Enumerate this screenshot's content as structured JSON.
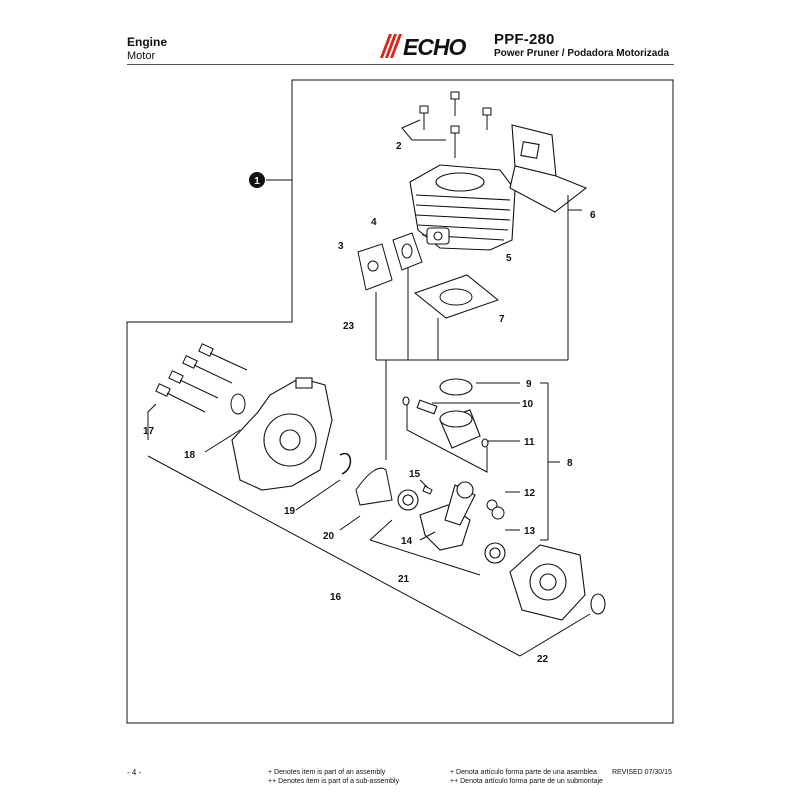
{
  "header": {
    "title": "Engine",
    "subtitle": "Motor",
    "brand": "ECHO",
    "model": "PPF-280",
    "product_name": "Power Pruner / Podadora Motorizada"
  },
  "diagram": {
    "assembly_marker": "1",
    "callouts": [
      "2",
      "3",
      "4",
      "5",
      "6",
      "7",
      "8",
      "9",
      "10",
      "11",
      "12",
      "13",
      "14",
      "15",
      "16",
      "17",
      "18",
      "19",
      "20",
      "21",
      "22",
      "23"
    ]
  },
  "footer": {
    "page_number": "- 4 -",
    "note_assembly_en": "+ Denotes item is part of an assembly",
    "note_subassembly_en": "++ Denotes item is part of a sub-assembly",
    "note_assembly_es": "+ Denota artículo forma parte de una asamblea",
    "note_subassembly_es": "++ Denota artículo forma parte de un submontaje",
    "revised": "REVISED 07/30/15"
  },
  "colors": {
    "brand": "#d9261c",
    "ink": "#111111"
  }
}
